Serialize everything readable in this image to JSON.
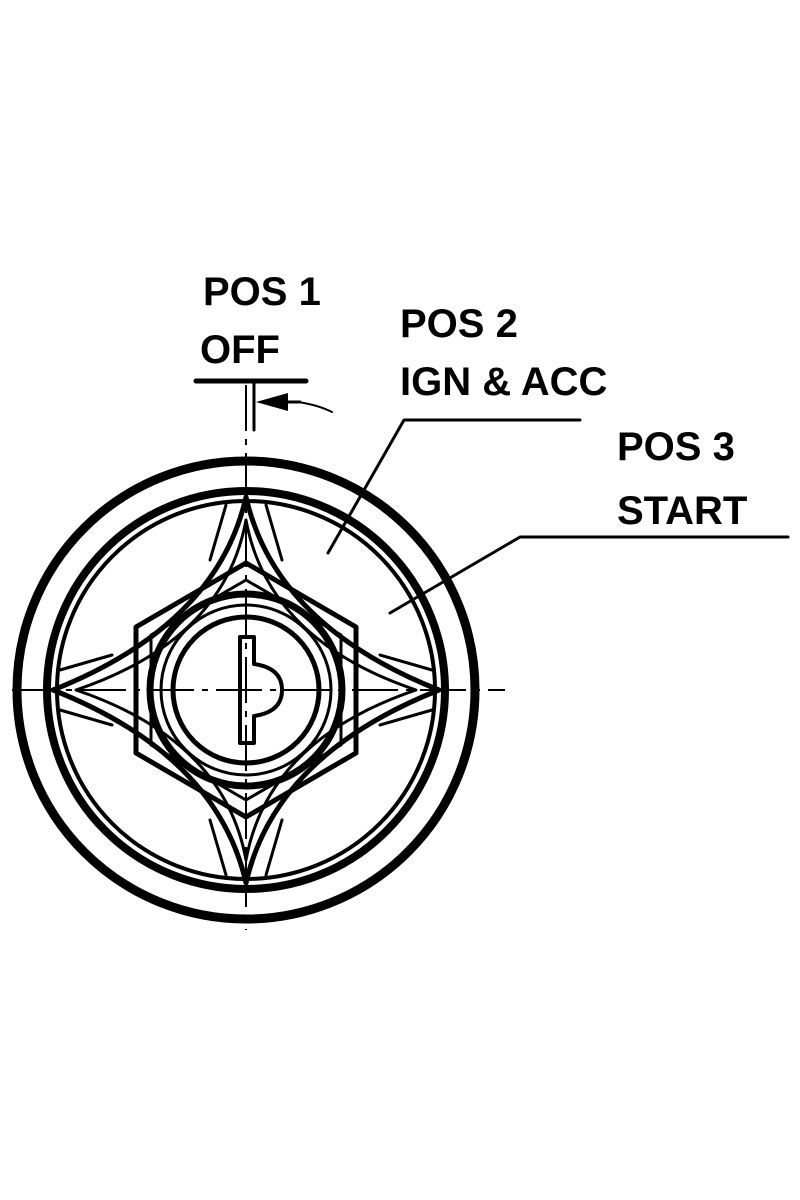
{
  "labels": {
    "pos1_line1": "POS 1",
    "pos1_line2": "OFF",
    "pos2_line1": "POS 2",
    "pos2_line2": "IGN & ACC",
    "pos3_line1": "POS 3",
    "pos3_line2": "START"
  },
  "colors": {
    "ink": "#000000",
    "background": "#ffffff"
  }
}
